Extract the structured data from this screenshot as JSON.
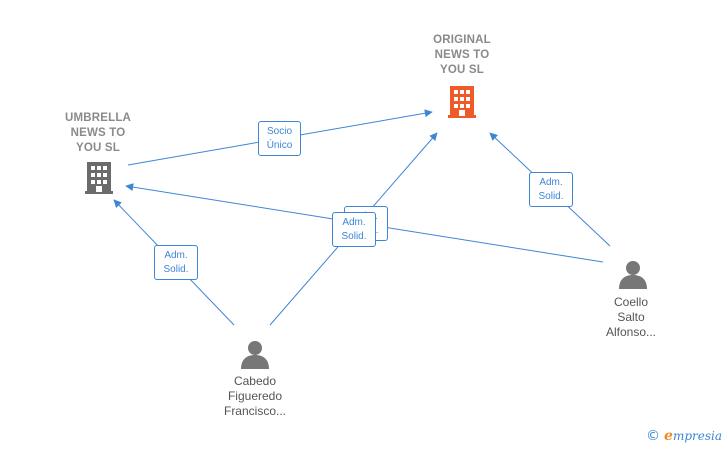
{
  "nodes": {
    "original": {
      "label": "ORIGINAL\nNEWS TO\nYOU  SL",
      "icon": "building-icon",
      "color": "#f05a28"
    },
    "umbrella": {
      "label": "UMBRELLA\nNEWS TO\nYOU  SL",
      "icon": "building-icon",
      "color": "#6b6b6b"
    },
    "coello": {
      "label": "Coello\nSalto\nAlfonso...",
      "icon": "person-icon",
      "color": "#777777"
    },
    "cabedo": {
      "label": "Cabedo\nFigueredo\nFrancisco...",
      "icon": "person-icon",
      "color": "#777777"
    }
  },
  "edges": {
    "socio_unico": {
      "label": "Socio\nÚnico"
    },
    "coello_original": {
      "label": "Adm.\nSolid."
    },
    "cabedo_umbrella": {
      "label": "Adm.\nSolid."
    },
    "cabedo_original": {
      "label": "Adm.\nSolid."
    },
    "coello_umbrella": {
      "label": "Adm.\nSolid."
    }
  },
  "colors": {
    "edge": "#3d86d6"
  },
  "footer": {
    "copyright": "©",
    "brand_first": "e",
    "brand_rest": "mpresia"
  }
}
